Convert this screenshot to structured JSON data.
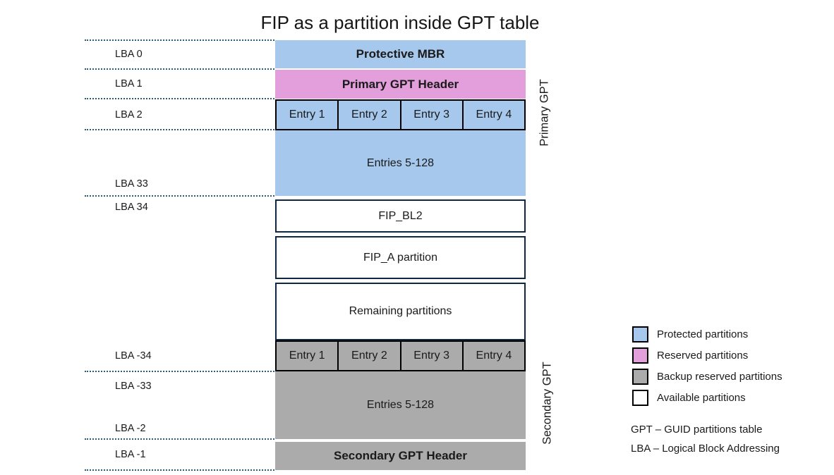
{
  "title": "FIP as a partition inside GPT table",
  "colors": {
    "protected_blue": "#a5c8ec",
    "reserved_pink": "#e29fdc",
    "backup_gray": "#ababab",
    "available_white": "#ffffff",
    "block_border_dark": "#0e2841",
    "entry_border_black": "#000000",
    "dotted_line_teal": "#265d79"
  },
  "lba_labels": [
    "LBA 0",
    "LBA 1",
    "LBA 2",
    "LBA 33",
    "LBA 34",
    "LBA -34",
    "LBA -33",
    "LBA -2",
    "LBA -1"
  ],
  "diagram": {
    "primary_group_label": "Primary GPT",
    "secondary_group_label": "Secondary GPT",
    "blocks": {
      "protective_mbr": "Protective MBR",
      "primary_gpt_header": "Primary GPT Header",
      "primary_entries": [
        "Entry 1",
        "Entry 2",
        "Entry 3",
        "Entry 4"
      ],
      "primary_entries_rest": "Entries 5-128",
      "fip_bl2": "FIP_BL2",
      "fip_a": "FIP_A partition",
      "remaining": "Remaining partitions",
      "secondary_entries": [
        "Entry 1",
        "Entry 2",
        "Entry 3",
        "Entry 4"
      ],
      "secondary_entries_rest": "Entries 5-128",
      "secondary_gpt_header": "Secondary GPT Header"
    }
  },
  "legend": {
    "items": [
      {
        "label": "Protected partitions",
        "color": "#a5c8ec"
      },
      {
        "label": "Reserved partitions",
        "color": "#e29fdc"
      },
      {
        "label": "Backup reserved partitions",
        "color": "#ababab"
      },
      {
        "label": "Available partitions",
        "color": "#ffffff"
      }
    ],
    "footnotes": [
      "GPT – GUID partitions table",
      "LBA – Logical Block Addressing"
    ]
  }
}
